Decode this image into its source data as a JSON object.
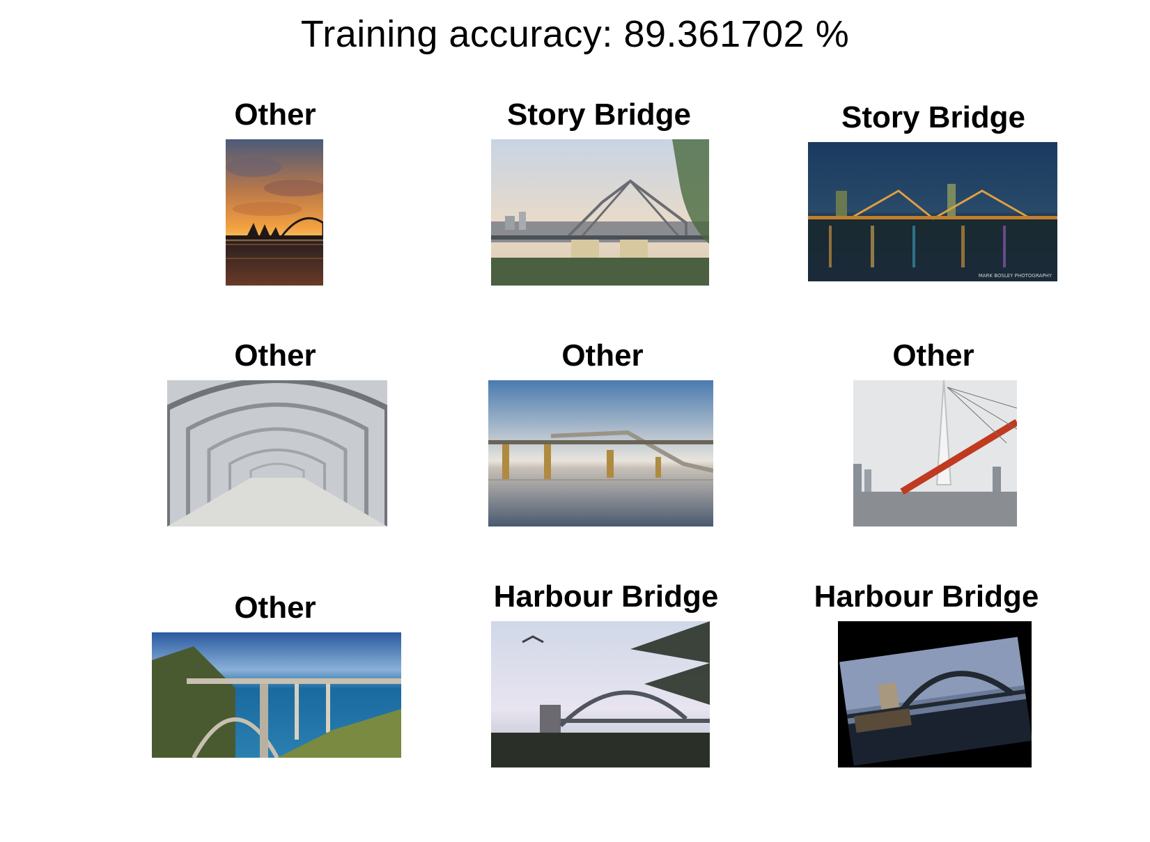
{
  "figure": {
    "title": "Training accuracy: 89.361702 %"
  },
  "panels": [
    {
      "label": "Other",
      "image": "sydney-opera-house-sunset-photo"
    },
    {
      "label": "Story Bridge",
      "image": "story-bridge-day-photo"
    },
    {
      "label": "Story Bridge",
      "image": "story-bridge-night-photo",
      "watermark": "MARK BOSLEY PHOTOGRAPHY"
    },
    {
      "label": "Other",
      "image": "webb-bridge-tunnel-photo"
    },
    {
      "label": "Other",
      "image": "steel-truss-bridge-water-photo"
    },
    {
      "label": "Other",
      "image": "cable-stayed-bridge-photo"
    },
    {
      "label": "Other",
      "image": "bixby-creek-bridge-photo"
    },
    {
      "label": "Harbour Bridge",
      "image": "harbour-bridge-palm-photo"
    },
    {
      "label": "Harbour Bridge",
      "image": "harbour-bridge-rotated-photo"
    }
  ]
}
